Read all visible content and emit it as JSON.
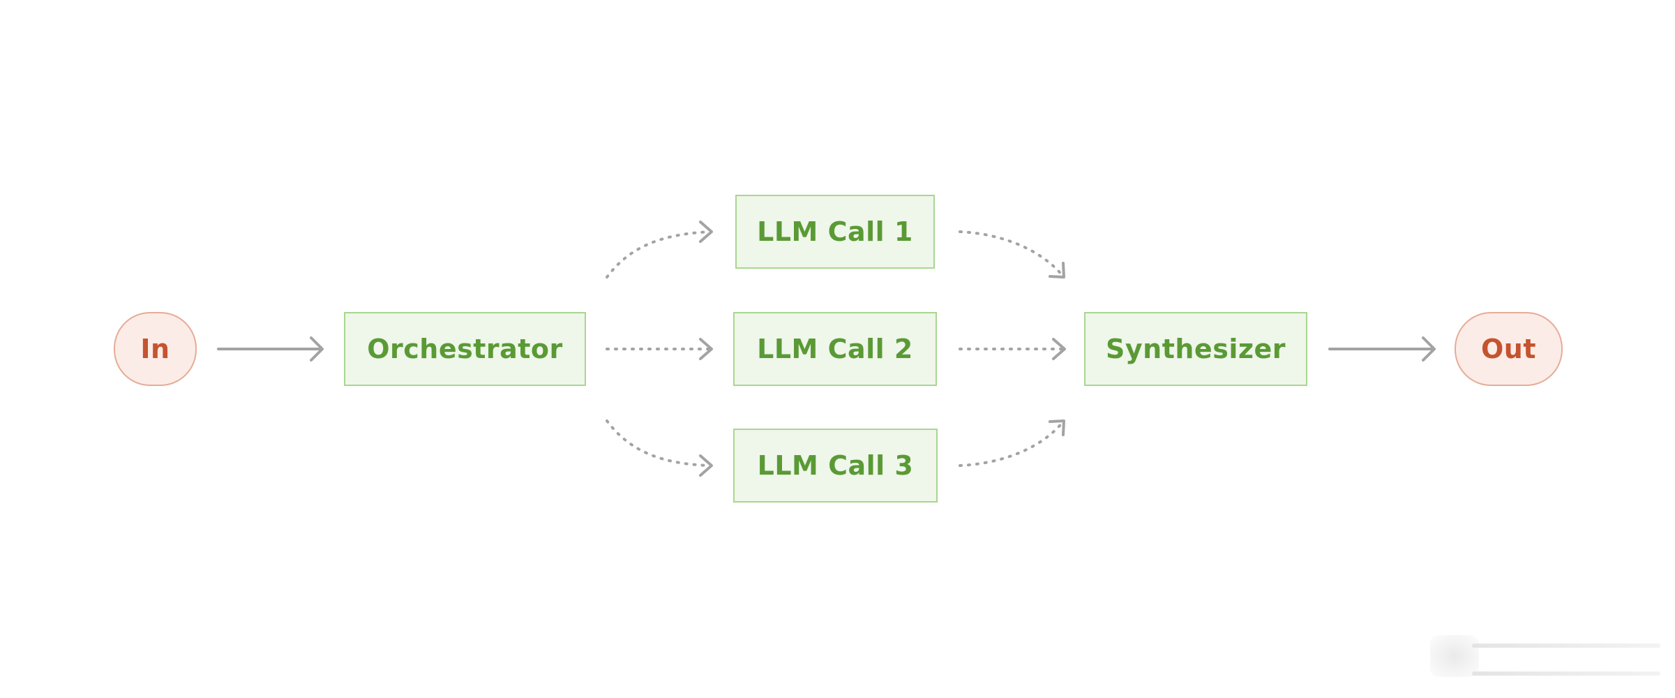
{
  "nodes": {
    "input": "In",
    "orchestrator": "Orchestrator",
    "llm_call_1": "LLM Call 1",
    "llm_call_2": "LLM Call 2",
    "llm_call_3": "LLM Call 3",
    "synthesizer": "Synthesizer",
    "output": "Out"
  },
  "colors": {
    "io_fill": "#fbece7",
    "io_border": "#e6ab96",
    "io_text": "#c5532f",
    "box_fill": "#eff6ea",
    "box_border": "#a9d690",
    "box_text": "#5a9a35",
    "edge": "#a3a3a3"
  },
  "edges": [
    {
      "from": "input",
      "to": "orchestrator",
      "style": "solid"
    },
    {
      "from": "orchestrator",
      "to": "llm_call_1",
      "style": "dashed"
    },
    {
      "from": "orchestrator",
      "to": "llm_call_2",
      "style": "dashed"
    },
    {
      "from": "orchestrator",
      "to": "llm_call_3",
      "style": "dashed"
    },
    {
      "from": "llm_call_1",
      "to": "synthesizer",
      "style": "dashed"
    },
    {
      "from": "llm_call_2",
      "to": "synthesizer",
      "style": "dashed"
    },
    {
      "from": "llm_call_3",
      "to": "synthesizer",
      "style": "dashed"
    },
    {
      "from": "synthesizer",
      "to": "output",
      "style": "solid"
    }
  ]
}
